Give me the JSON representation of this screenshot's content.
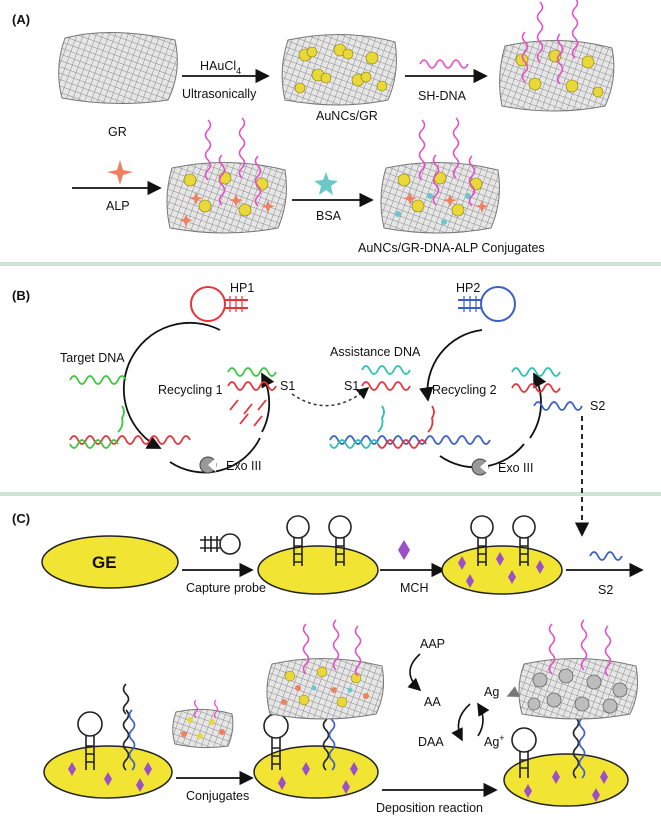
{
  "panels": {
    "a": "(A)",
    "b": "(B)",
    "c": "(C)"
  },
  "panel_a": {
    "gr": "GR",
    "haucl4_main": "HAuCl",
    "haucl4_sub": "4",
    "ultrasonically": "Ultrasonically",
    "auncs_gr": "AuNCs/GR",
    "sh_dna": "SH-DNA",
    "alp": "ALP",
    "bsa": "BSA",
    "conjugates": "AuNCs/GR-DNA-ALP Conjugates"
  },
  "panel_b": {
    "hp1": "HP1",
    "hp2": "HP2",
    "target_dna": "Target DNA",
    "assistance_dna": "Assistance DNA",
    "recycling1": "Recycling 1",
    "recycling2": "Recycling 2",
    "s1_left": "S1",
    "s1_right": "S1",
    "s2": "S2",
    "exo1": "Exo III",
    "exo2": "Exo III"
  },
  "panel_c": {
    "ge": "GE",
    "capture_probe": "Capture probe",
    "mch": "MCH",
    "s2": "S2",
    "conjugates": "Conjugates",
    "deposition": "Deposition reaction",
    "aap": "AAP",
    "aa": "AA",
    "daa": "DAA",
    "ag": "Ag",
    "ag_plus_main": "Ag",
    "ag_plus_sup": "+"
  },
  "colors": {
    "electrode": "#f2e433",
    "hairpin_red": "#e8333a",
    "hairpin_blue": "#3a5fc8",
    "strand_green": "#3cc83c",
    "strand_teal": "#2ec0b0",
    "strand_pink": "#e84ac8",
    "mch_purple": "#9b4fc8",
    "separator": "#cfe3d6"
  }
}
